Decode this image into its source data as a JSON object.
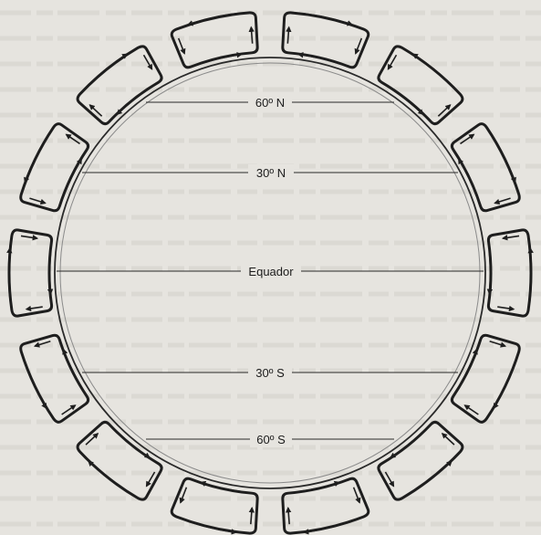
{
  "latitude_labels": {
    "lat_60n": "60º N",
    "lat_30n": "30º N",
    "equator": "Equador",
    "lat_30s": "30º S",
    "lat_60s": "60º S"
  },
  "cells": {
    "count": 14,
    "count_per_hemisphere": 7
  },
  "colors": {
    "background": "#e6e4df",
    "globe_outline": "#2a2a2a",
    "cell_outline": "#1e1e1e",
    "text": "#1c1c1c",
    "background_text": "#cfccc6"
  }
}
